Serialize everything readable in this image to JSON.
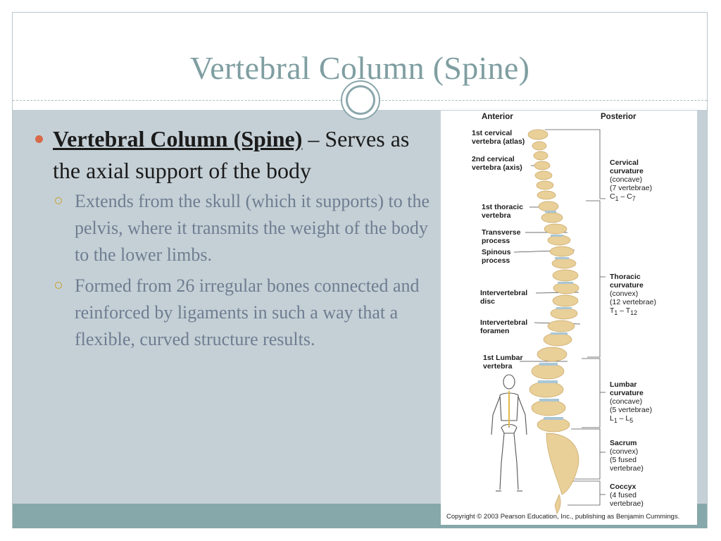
{
  "title": "Vertebral Column (Spine)",
  "bullet": {
    "term": "Vertebral Column (Spine)",
    "dash": " – ",
    "text": "Serves as the axial support of the body"
  },
  "sub_bullets": [
    {
      "text": "Extends from the skull (which it supports) to the pelvis, where it transmits the weight of the body to the lower limbs."
    },
    {
      "text": "Formed from 26 irregular bones connected and reinforced by ligaments in such a way that a flexible, curved structure results."
    }
  ],
  "figure": {
    "anterior": "Anterior",
    "posterior": "Posterior",
    "left_labels": {
      "atlas": [
        "1st cervical",
        "vertebra (atlas)"
      ],
      "axis": [
        "2nd cervical",
        "vertebra (axis)"
      ],
      "thoracic1": [
        "1st thoracic",
        "vertebra"
      ],
      "transverse": [
        "Transverse",
        "process"
      ],
      "spinous": [
        "Spinous",
        "process"
      ],
      "disc": [
        "Intervertebral",
        "disc"
      ],
      "foramen": [
        "Intervertebral",
        "foramen"
      ],
      "lumbar1": [
        "1st Lumbar",
        "vertebra"
      ]
    },
    "right_labels": {
      "cervical": {
        "name": [
          "Cervical",
          "curvature"
        ],
        "detail": [
          "(concave)",
          "(7 vertebrae)"
        ],
        "range": {
          "a": "C",
          "a_sub": "1",
          "dash": " – ",
          "b": "C",
          "b_sub": "7"
        }
      },
      "thoracic": {
        "name": [
          "Thoracic",
          "curvature"
        ],
        "detail": [
          "(convex)",
          "(12 vertebrae)"
        ],
        "range": {
          "a": "T",
          "a_sub": "1",
          "dash": " – ",
          "b": "T",
          "b_sub": "12"
        }
      },
      "lumbar": {
        "name": [
          "Lumbar",
          "curvature"
        ],
        "detail": [
          "(concave)",
          "(5 vertebrae)"
        ],
        "range": {
          "a": "L",
          "a_sub": "1",
          "dash": " – ",
          "b": "L",
          "b_sub": "5"
        }
      },
      "sacrum": {
        "name": [
          "Sacrum"
        ],
        "detail": [
          "(convex)",
          "(5 fused",
          "vertebrae)"
        ]
      },
      "coccyx": {
        "name": [
          "Coccyx"
        ],
        "detail": [
          "(4 fused",
          "vertebrae)"
        ]
      }
    },
    "copyright": "Copyright © 2003 Pearson Education, Inc., publishing as Benjamin Cummings."
  },
  "colors": {
    "title": "#7f9ea1",
    "content_bg": "#c5d0d6",
    "footer_band": "#87a8aa",
    "bullet_dot": "#d86a4a",
    "sub_text": "#6f7d91",
    "bone": "#e9cf98",
    "disc": "#a9c6d4"
  }
}
